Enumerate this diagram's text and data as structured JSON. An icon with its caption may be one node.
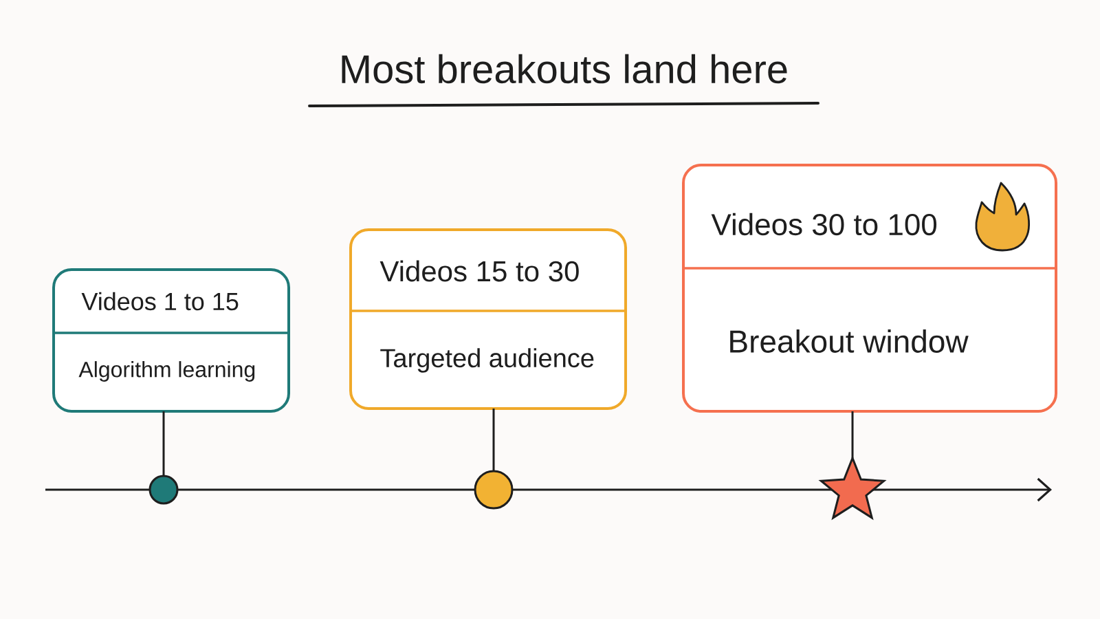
{
  "diagram": {
    "title": "Most breakouts land here",
    "nodes": [
      {
        "text": [
          "Videos 1 to 15",
          "Algorithm learning"
        ]
      },
      {
        "text": [
          "Videos 15 to 30",
          "Targeted audience"
        ]
      },
      {
        "text": [
          "Videos 30 to 100",
          "Breakout window"
        ]
      },
      {
        "text": [],
        "shape": "circle"
      },
      {
        "text": [],
        "shape": "circle"
      },
      {
        "text": [],
        "shape": "star"
      }
    ],
    "edges": [
      {
        "from": 0,
        "to": 3,
        "arrow": "none"
      },
      {
        "from": 1,
        "to": 4,
        "arrow": "none"
      },
      {
        "from": 2,
        "to": 5,
        "arrow": "none"
      }
    ]
  }
}
